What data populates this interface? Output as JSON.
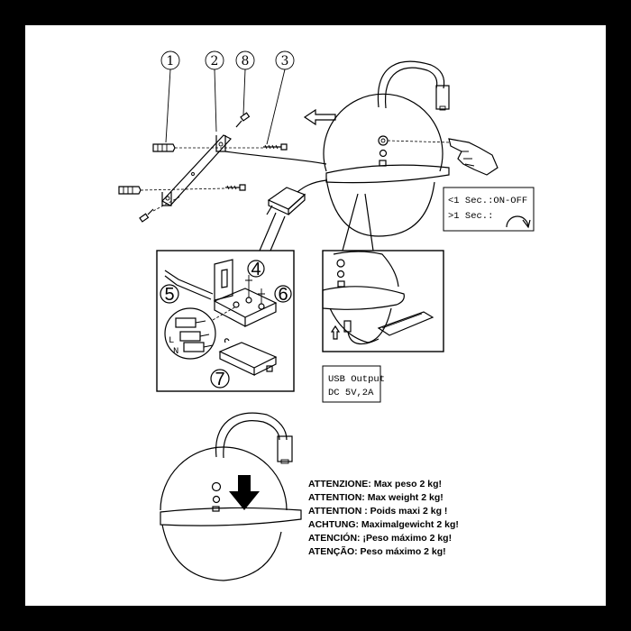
{
  "callouts": {
    "c1": "1",
    "c2": "2",
    "c8": "8",
    "c3": "3",
    "c4": "4",
    "c5": "5",
    "c6": "6",
    "c7": "7"
  },
  "touch_box": {
    "line1": "<1 Sec.:ON-OFF",
    "line2": ">1 Sec.:"
  },
  "usb_box": {
    "line1": "USB Output",
    "line2": "DC 5V,2A"
  },
  "warnings": [
    "ATTENZIONE: Max peso 2 kg!",
    "ATTENTION: Max weight 2 kg!",
    "ATTENTION : Poids maxi 2 kg !",
    "ACHTUNG: Maximalgewicht 2 kg!",
    "ATENCIÓN: ¡Peso máximo 2 kg!",
    "ATENÇÃO: Peso máximo 2 kg!"
  ]
}
